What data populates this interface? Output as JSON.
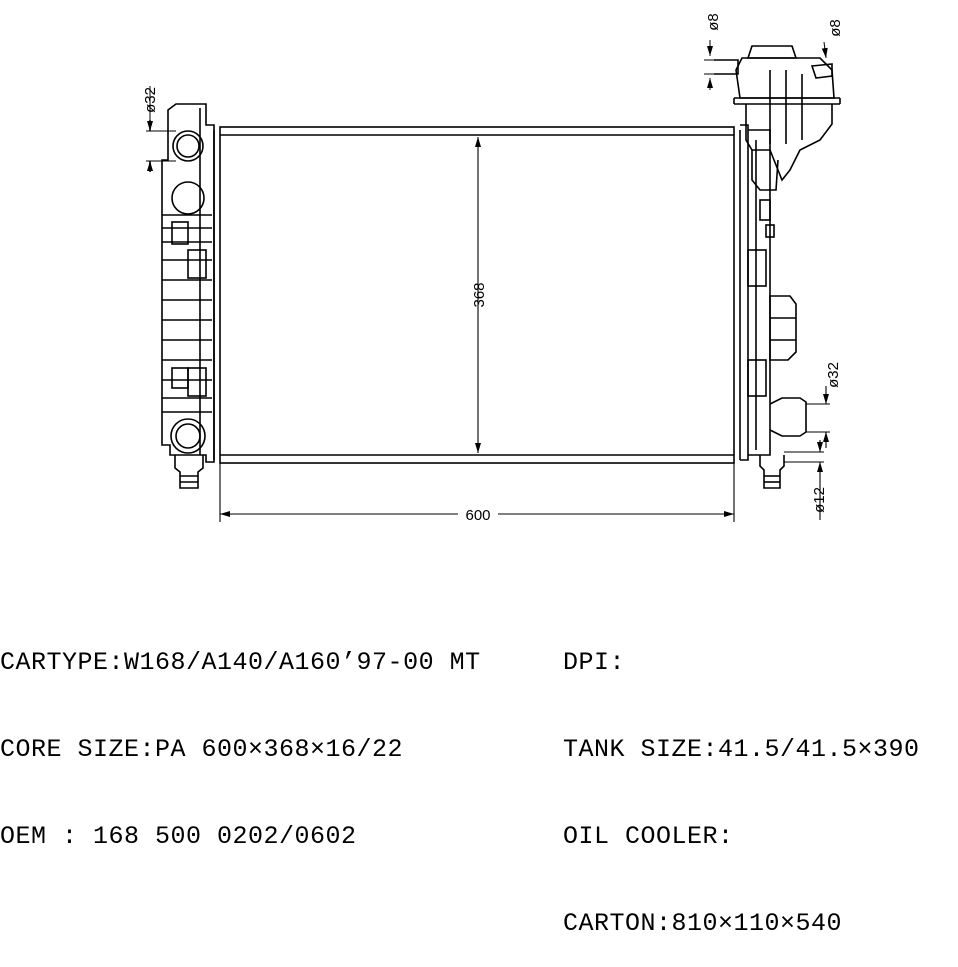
{
  "dimensions": {
    "width_label": "600",
    "height_label": "368",
    "inlet_diameter": "ø32",
    "outlet_diameter": "ø32",
    "tank_hose_1": "ø8",
    "tank_hose_2": "ø8",
    "drain_diameter": "ø12"
  },
  "specs_left": [
    "CARTYPE:W168/A140/A160’97-00 MT",
    "CORE SIZE:PA 600×368×16/22",
    "OEM : 168 500 0202/0602"
  ],
  "specs_right": [
    "DPI:",
    "TANK SIZE:41.5/41.5×390",
    "OIL COOLER:",
    "CARTON:810×110×540"
  ]
}
